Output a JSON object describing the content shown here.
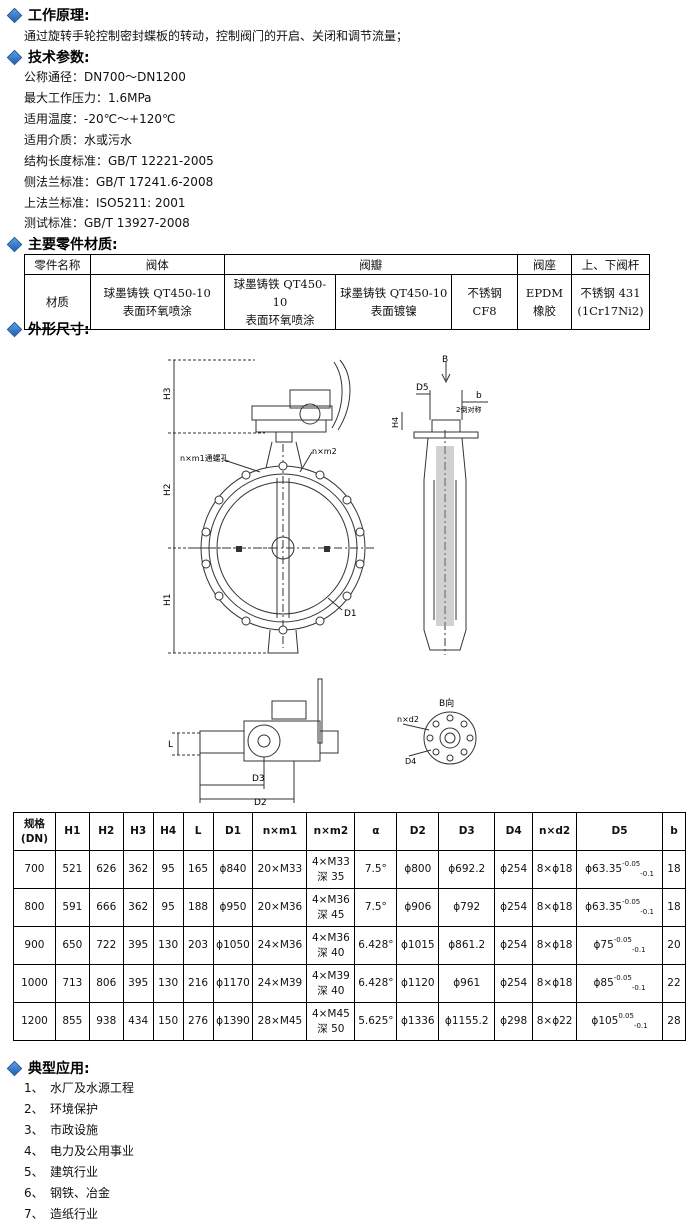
{
  "sections": {
    "principle": "工作原理:",
    "params": "技术参数:",
    "materials": "主要零件材质:",
    "dimensions": "外形尺寸:",
    "applications": "典型应用:"
  },
  "principle_text": "通过旋转手轮控制密封蝶板的转动，控制阀门的开启、关闭和调节流量；",
  "params": [
    "公称通径：DN700～DN1200",
    "最大工作压力：1.6MPa",
    "适用温度：-20℃～+120℃",
    "适用介质：水或污水",
    "结构长度标准：GB/T 12221-2005",
    "侧法兰标准：GB/T 17241.6-2008",
    "上法兰标准：ISO5211: 2001",
    "测试标准：GB/T 13927-2008"
  ],
  "parts_table": {
    "headers": [
      "零件名称",
      "阀体",
      "阀瓣",
      "阀座",
      "上、下阀杆"
    ],
    "row_label": "材质",
    "cells": [
      [
        "球墨铸铁 QT450-10",
        "表面环氧喷涂"
      ],
      [
        "球墨铸铁 QT450-10",
        "表面环氧喷涂"
      ],
      [
        "球墨铸铁 QT450-10",
        "表面镀镍"
      ],
      [
        "不锈钢",
        "CF8"
      ],
      [
        "EPDM",
        "橡胶"
      ],
      [
        "不锈钢 431",
        "(1Cr17Ni2)"
      ]
    ]
  },
  "drawing_labels": {
    "h3": "H3",
    "h2": "H2",
    "h1": "H1",
    "d1": "D1",
    "thread1": "n×m1通螺孔",
    "thread2": "n×m2",
    "b_dir": "B",
    "d5": "D5",
    "b": "b",
    "flats": "2倒对称",
    "h4": "H4",
    "l": "L",
    "d3": "D3",
    "d2": "D2",
    "b_view": "B向",
    "nd2": "n×d2",
    "d4": "D4"
  },
  "dims_table": {
    "headers": [
      "规格",
      "(DN)",
      "H1",
      "H2",
      "H3",
      "H4",
      "L",
      "D1",
      "n×m1",
      "n×m2",
      "α",
      "D2",
      "D3",
      "D4",
      "n×d2",
      "D5",
      "b"
    ],
    "rows": [
      {
        "dn": "700",
        "h1": "521",
        "h2": "626",
        "h3": "362",
        "h4": "95",
        "l": "165",
        "d1": "ϕ840",
        "nm1": "20×M33",
        "nm2a": "4×M33",
        "nm2b": "深 35",
        "a": "7.5°",
        "d2": "ϕ800",
        "d3": "ϕ692.2",
        "d4": "ϕ254",
        "nd2": "8×ϕ18",
        "d5": "ϕ63.35",
        "d5u": "-0.05",
        "d5l": "-0.1",
        "b": "18"
      },
      {
        "dn": "800",
        "h1": "591",
        "h2": "666",
        "h3": "362",
        "h4": "95",
        "l": "188",
        "d1": "ϕ950",
        "nm1": "20×M36",
        "nm2a": "4×M36",
        "nm2b": "深 45",
        "a": "7.5°",
        "d2": "ϕ906",
        "d3": "ϕ792",
        "d4": "ϕ254",
        "nd2": "8×ϕ18",
        "d5": "ϕ63.35",
        "d5u": "-0.05",
        "d5l": "-0.1",
        "b": "18"
      },
      {
        "dn": "900",
        "h1": "650",
        "h2": "722",
        "h3": "395",
        "h4": "130",
        "l": "203",
        "d1": "ϕ1050",
        "nm1": "24×M36",
        "nm2a": "4×M36",
        "nm2b": "深 40",
        "a": "6.428°",
        "d2": "ϕ1015",
        "d3": "ϕ861.2",
        "d4": "ϕ254",
        "nd2": "8×ϕ18",
        "d5": "ϕ75",
        "d5u": "-0.05",
        "d5l": "-0.1",
        "b": "20"
      },
      {
        "dn": "1000",
        "h1": "713",
        "h2": "806",
        "h3": "395",
        "h4": "130",
        "l": "216",
        "d1": "ϕ1170",
        "nm1": "24×M39",
        "nm2a": "4×M39",
        "nm2b": "深 40",
        "a": "6.428°",
        "d2": "ϕ1120",
        "d3": "ϕ961",
        "d4": "ϕ254",
        "nd2": "8×ϕ18",
        "d5": "ϕ85",
        "d5u": "-0.05",
        "d5l": "-0.1",
        "b": "22"
      },
      {
        "dn": "1200",
        "h1": "855",
        "h2": "938",
        "h3": "434",
        "h4": "150",
        "l": "276",
        "d1": "ϕ1390",
        "nm1": "28×M45",
        "nm2a": "4×M45",
        "nm2b": "深 50",
        "a": "5.625°",
        "d2": "ϕ1336",
        "d3": "ϕ1155.2",
        "d4": "ϕ298",
        "nd2": "8×ϕ22",
        "d5": "ϕ105",
        "d5u": "0.05",
        "d5l": "-0.1",
        "b": "28"
      }
    ]
  },
  "applications": [
    {
      "num": "1、",
      "text": "水厂及水源工程"
    },
    {
      "num": "2、",
      "text": "环境保护"
    },
    {
      "num": "3、",
      "text": "市政设施"
    },
    {
      "num": "4、",
      "text": "电力及公用事业"
    },
    {
      "num": "5、",
      "text": "建筑行业"
    },
    {
      "num": "6、",
      "text": "钢铁、冶金"
    },
    {
      "num": "7、",
      "text": "造纸行业"
    }
  ]
}
